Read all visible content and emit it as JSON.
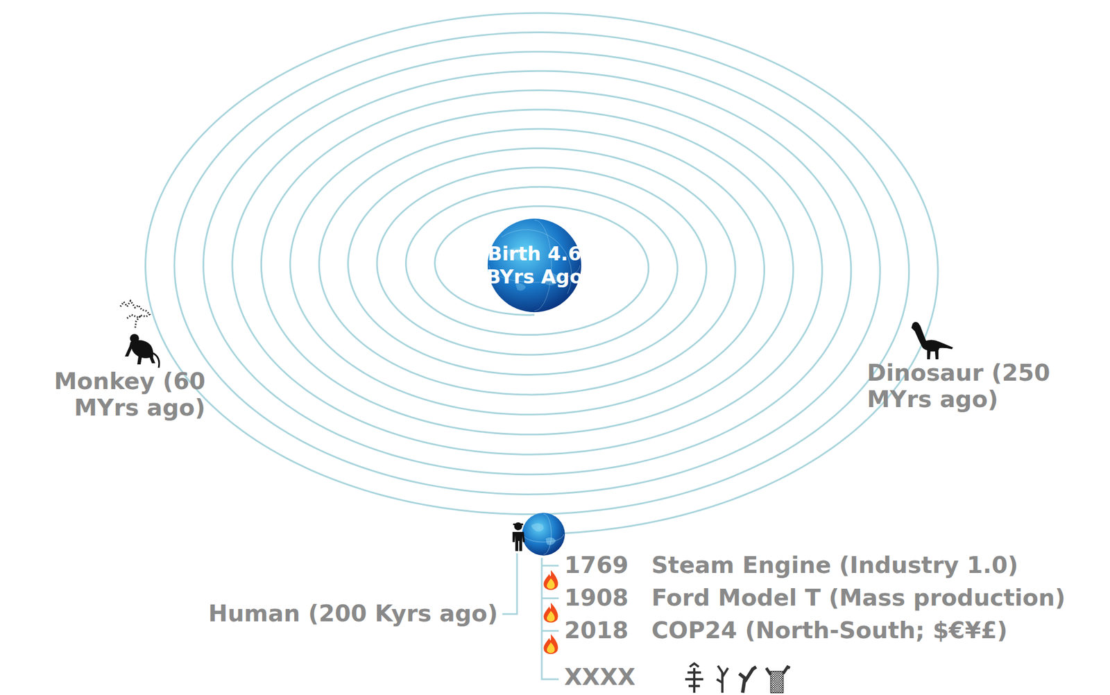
{
  "diagram": {
    "nodes": [
      {
        "text": [
          "Birth 4.6 BYrs Ago"
        ]
      }
    ],
    "labels": [
      "Monkey (60 MYrs ago)",
      "Dinosaur (250 MYrs ago)",
      "Human (200 Kyrs ago)",
      "1769",
      "Steam Engine (Industry 1.0)",
      "1908",
      "Ford Model T (Mass production)",
      "2018",
      "COP24 (North-South; $€¥£)",
      "XXXX"
    ]
  }
}
